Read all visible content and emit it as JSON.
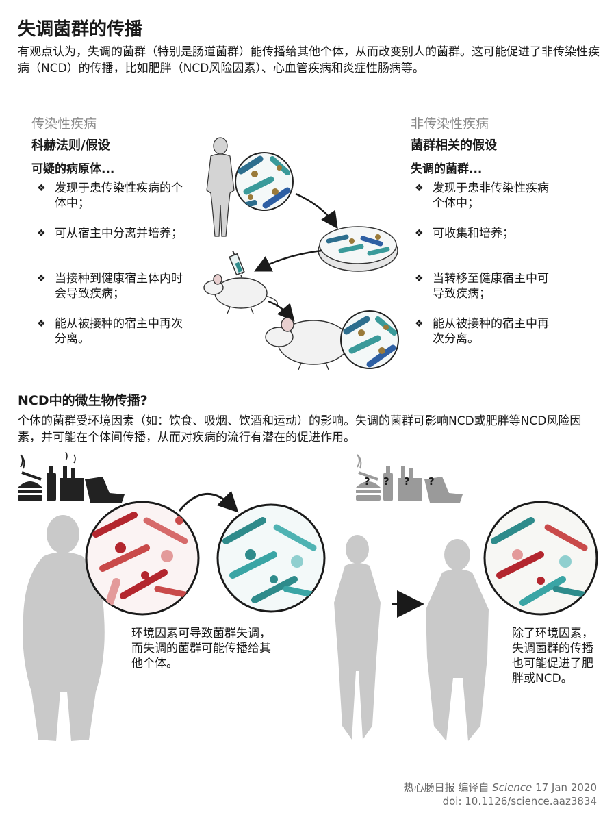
{
  "title": "失调菌群的传播",
  "intro": "有观点认为，失调的菌群（特别是肠道菌群）能传播给其他个体，从而改变别人的菌群。这可能促进了非传染性疾病（NCD）的传播，比如肥胖（NCD风险因素）、心血管疾病和炎症性肠病等。",
  "left_col": {
    "heading": "传染性疾病",
    "subheading": "科赫法则/假设",
    "lead": "可疑的病原体...",
    "bullets": [
      "发现于患传染性疾病的个体中；",
      "可从宿主中分离并培养；",
      "当接种到健康宿主体内时会导致疾病；",
      "能从被接种的宿主中再次分离。"
    ]
  },
  "right_col": {
    "heading": "非传染性疾病",
    "subheading": "菌群相关的假设",
    "lead": "失调的菌群...",
    "bullets": [
      "发现于患非传染性疾病个体中；",
      "可收集和培养；",
      "当转移至健康宿主中可导致疾病；",
      "能从被接种的宿主中再次分离。"
    ]
  },
  "bullet_mark": "❖",
  "section2": {
    "title": "NCD中的微生物传播?",
    "text": "个体的菌群受环境因素（如：饮食、吸烟、饮酒和运动）的影响。失调的菌群可影响NCD或肥胖等NCD风险因素，并可能在个体间传播，从而对疾病的流行有潜在的促进作用。",
    "note_left": "环境因素可导致菌群失调，而失调的菌群可能传播给其他个体。",
    "note_right": "除了环境因素，失调菌群的传播也可能促进了肥胖或NCD。",
    "question_mark": "?"
  },
  "credit": {
    "source": "热心肠日报 编译自",
    "journal": "Science",
    "date": "17 Jan 2020",
    "doi": "doi: 10.1126/science.aaz3834"
  },
  "colors": {
    "dysbiotic": "#b3262e",
    "healthy": "#2e8b8b",
    "silhouette": "#c9c9c9",
    "gray_text": "#8a8a8a"
  }
}
